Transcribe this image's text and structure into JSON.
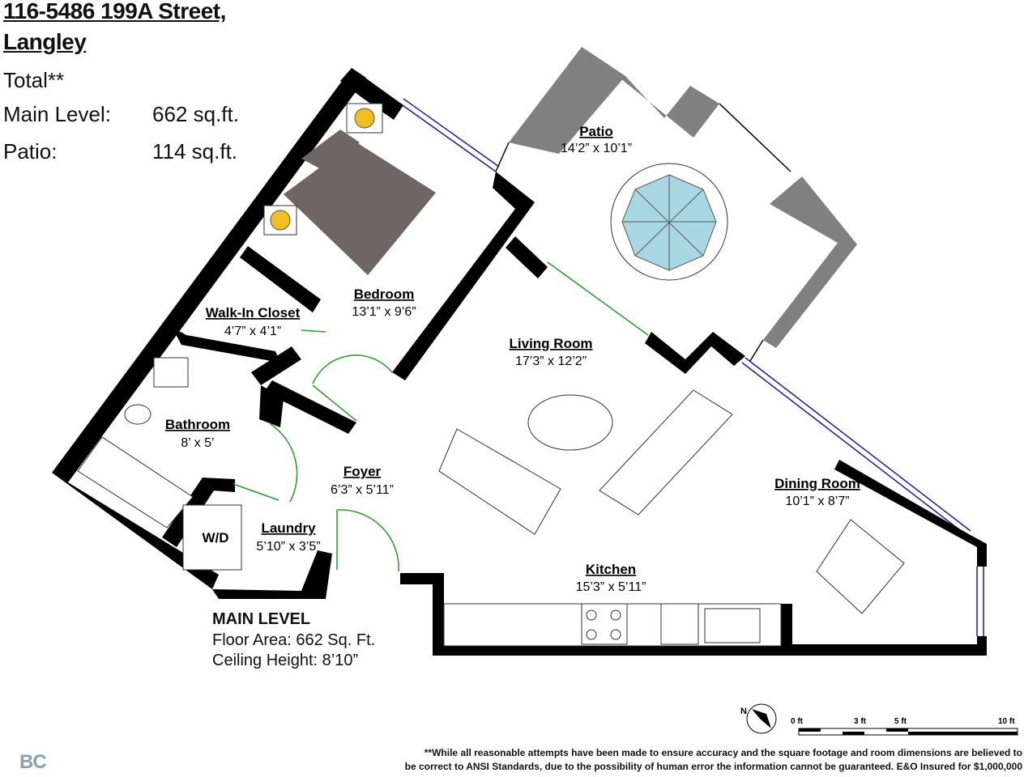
{
  "header": {
    "address_line1": "116-5486 199A Street,",
    "address_line2": "Langley",
    "total_label": "Total**",
    "main_level_label": "Main Level:",
    "main_level_value": "662 sq.ft.",
    "patio_label": "Patio:",
    "patio_value": "114 sq.ft."
  },
  "rooms": {
    "patio": {
      "name": "Patio",
      "dims": "14’2” x 10’1”"
    },
    "bedroom": {
      "name": "Bedroom",
      "dims": "13’1” x 9’6”"
    },
    "closet": {
      "name": "Walk-In Closet",
      "dims": "4’7” x 4’1”"
    },
    "living": {
      "name": "Living Room",
      "dims": "17’3” x 12’2”"
    },
    "bathroom": {
      "name": "Bathroom",
      "dims": "8’ x 5’"
    },
    "foyer": {
      "name": "Foyer",
      "dims": "6’3” x 5’11”"
    },
    "laundry": {
      "name": "Laundry",
      "dims": "5’10” x 3’5”"
    },
    "dining": {
      "name": "Dining Room",
      "dims": "10’1” x 8’7”"
    },
    "kitchen": {
      "name": "Kitchen",
      "dims": "15’3” x 5’11”"
    }
  },
  "washer_dryer_label": "W/D",
  "main_level_info": {
    "title": "MAIN LEVEL",
    "floor_area": "Floor Area: 662 Sq. Ft.",
    "ceiling_height": "Ceiling Height: 8’10”"
  },
  "compass_label": "N",
  "scale": {
    "label_0": "0 ft",
    "label_3": "3 ft",
    "label_5": "5 ft",
    "label_10": "10 ft"
  },
  "disclaimer_line1": "**While all reasonable attempts have been made to ensure accuracy and the square footage and room dimensions are believed to",
  "disclaimer_line2": "be correct to ANSI Standards, due to the possibility of human error the information cannot be guaranteed. E&O Insured for $1,000,000",
  "logo_text": "BC",
  "colors": {
    "wall": "#000000",
    "patio_wall": "#808080",
    "window": "#1a1aa0",
    "door": "#2a9a2a",
    "table_top": "#a9d8e4",
    "bed": "#6f6566"
  }
}
